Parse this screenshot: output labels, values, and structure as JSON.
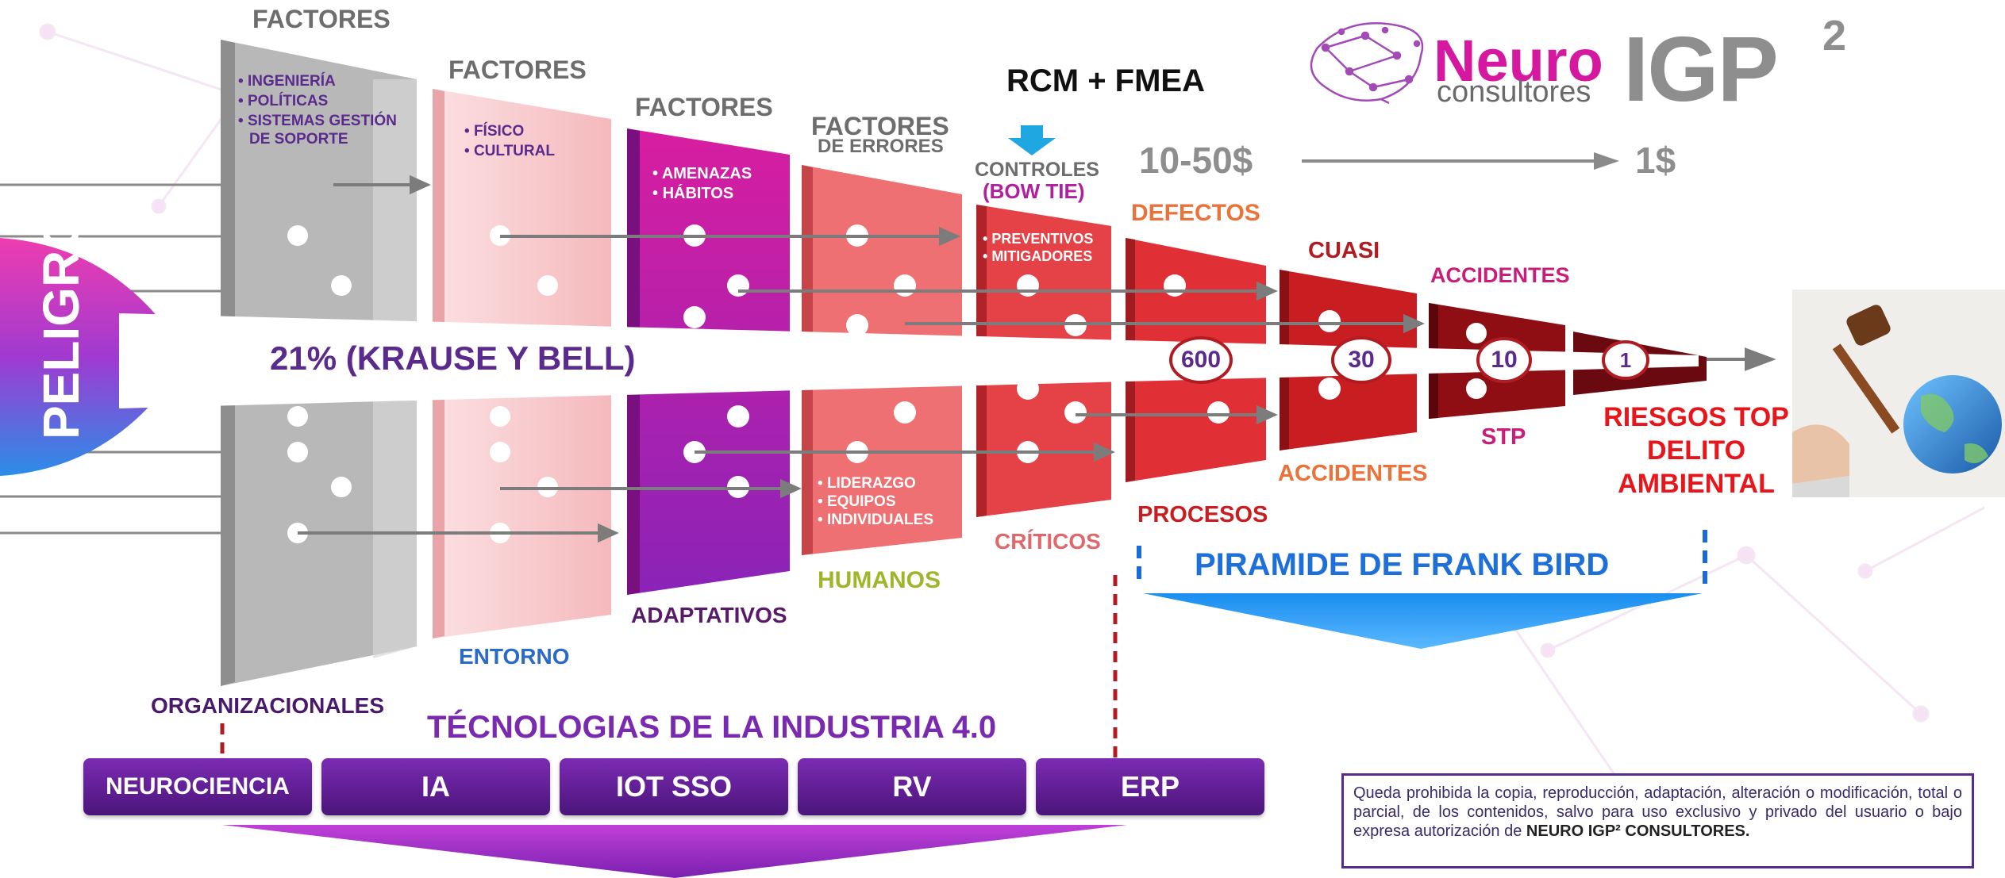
{
  "brand": {
    "neuro": "Neuro",
    "consultores": "consultores",
    "igp": "IGP",
    "sup": "2"
  },
  "hazard": {
    "label": "PELIGRO",
    "stat": "21% (KRAUSE Y BELL)"
  },
  "top": {
    "rcm": "RCM + FMEA",
    "cost_high": "10-50$",
    "cost_low": "1$"
  },
  "barriers": [
    {
      "head": "FACTORES",
      "sub": "",
      "bullets": [
        "INGENIERÍA",
        "POLÍTICAS",
        "SISTEMAS GESTIÓN",
        "DE SOPORTE"
      ],
      "caption": "ORGANIZACIONALES"
    },
    {
      "head": "FACTORES",
      "sub": "",
      "bullets": [
        "FÍSICO",
        "CULTURAL"
      ],
      "caption": "ENTORNO"
    },
    {
      "head": "FACTORES",
      "sub": "",
      "bullets": [
        "AMENAZAS",
        "HÁBITOS"
      ],
      "caption": "ADAPTATIVOS"
    },
    {
      "head": "FACTORES",
      "sub": "DE ERRORES",
      "bullets": [
        "LIDERAZGO",
        "EQUIPOS",
        "INDIVIDUALES"
      ],
      "caption": "HUMANOS"
    },
    {
      "head": "CONTROLES",
      "sub": "(BOW TIE)",
      "bullets": [
        "PREVENTIVOS",
        "MITIGADORES"
      ],
      "caption": "CRÍTICOS"
    }
  ],
  "pyramid": {
    "levels": [
      {
        "value": "600",
        "top": "DEFECTOS",
        "bottom": "PROCESOS"
      },
      {
        "value": "30",
        "top": "CUASI",
        "bottom": "ACCIDENTES"
      },
      {
        "value": "10",
        "top": "ACCIDENTES",
        "bottom": "STP"
      },
      {
        "value": "1",
        "top": "",
        "bottom": ""
      }
    ],
    "title": "PIRAMIDE DE FRANK BIRD"
  },
  "risk": {
    "line1": "RIESGOS TOP",
    "line2": "DELITO",
    "line3": "AMBIENTAL"
  },
  "tech": {
    "title": "TÉCNOLOGIAS DE LA INDUSTRIA 4.0",
    "items": [
      "NEUROCIENCIA",
      "IA",
      "IOT SSO",
      "RV",
      "ERP"
    ]
  },
  "notice": {
    "text": "Queda prohibida la copia, reproducción, adaptación, alteración o modificación, total o parcial, de los contenidos, salvo para uso exclusivo y privado del usuario o bajo expresa autorización de",
    "brand": "NEURO IGP²",
    "brand2": "CONSULTORES."
  },
  "colors": {
    "gray": "#b8b8b8",
    "pink": "#f7c6c8",
    "magenta": "#b0209f",
    "salmon": "#ee7072",
    "red": "#e03035",
    "deepred": "#c81e22",
    "darkred": "#8e0e14",
    "maroon": "#6a0a10",
    "purple": "#5a1a8c",
    "blue": "#1e6fd8",
    "brand_magenta": "#d6179f"
  }
}
